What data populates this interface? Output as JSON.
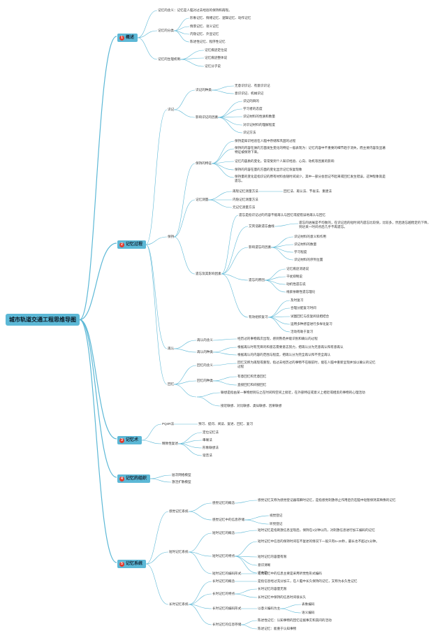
{
  "colors": {
    "accent": "#5cb8d6",
    "icon": "#e23b2e",
    "line": "#5cb8d6",
    "text": "#333333"
  },
  "root": {
    "id": "n0",
    "label": "城市轨道交通工程思维导图"
  },
  "categories": [
    {
      "id": "c1",
      "label": "概述",
      "num": "1",
      "icon": "number-1-icon"
    },
    {
      "id": "c2",
      "label": "记忆过程",
      "num": "2",
      "icon": "number-2-icon"
    },
    {
      "id": "c3",
      "label": "记忆术",
      "num": "3",
      "icon": "number-3-icon"
    },
    {
      "id": "c4",
      "label": "记忆的组织",
      "num": "4",
      "icon": "number-4-icon"
    },
    {
      "id": "c5",
      "label": "记忆系统",
      "num": "5",
      "icon": "number-5-icon"
    }
  ],
  "nodes": [
    {
      "id": "a1",
      "label": "记忆的含义：记忆是人脑对过去经验的保持和再现。"
    },
    {
      "id": "a2",
      "label": "记忆的分类"
    },
    {
      "id": "a2a",
      "label": "形象记忆、情绪记忆、逻辑记忆、动作记忆"
    },
    {
      "id": "a2b",
      "label": "情景记忆、语义记忆"
    },
    {
      "id": "a2c",
      "label": "内隐记忆、外显记忆"
    },
    {
      "id": "a2d",
      "label": "陈述性记忆、程序性记忆"
    },
    {
      "id": "a3",
      "label": "记忆的生理机制"
    },
    {
      "id": "a3a",
      "label": "记忆痕迹定位说"
    },
    {
      "id": "a3b",
      "label": "记忆痕迹整体说"
    },
    {
      "id": "a3c",
      "label": "记忆分子说"
    },
    {
      "id": "b1",
      "label": "识记"
    },
    {
      "id": "b11",
      "label": "识记的种类"
    },
    {
      "id": "b11a",
      "label": "无意识识记、有意识识记"
    },
    {
      "id": "b11b",
      "label": "意识识记、机械识记"
    },
    {
      "id": "b12",
      "label": "影响识记的因素"
    },
    {
      "id": "b12a",
      "label": "识记的目的"
    },
    {
      "id": "b12b",
      "label": "学习者的态度"
    },
    {
      "id": "b12c",
      "label": "识记材料的性质和数量"
    },
    {
      "id": "b12d",
      "label": "对识记材料的理解程度"
    },
    {
      "id": "b12e",
      "label": "识记方法"
    },
    {
      "id": "b2",
      "label": "保持"
    },
    {
      "id": "b21",
      "label": "保持的特征"
    },
    {
      "id": "b21a",
      "label": "保持是知识经验在人脑中存储和巩固的过程"
    },
    {
      "id": "b21b",
      "label": "保持的内容在质的方面发生变化的特征一般表现为：记忆内容中不重要的细节趋于消失，而主要内容及显著特征被保持下来。"
    },
    {
      "id": "b21c",
      "label": "记忆内容质的变化，常常受到个人知识经验、心向、动机等因素的影响"
    },
    {
      "id": "b21d",
      "label": "保持的内容在量的方面的变化显示记忆恢复现象"
    },
    {
      "id": "b21e",
      "label": "保持量的变化是指识记的原有材料会随时间减少，其中一部分会因记不起来或回忆发生错误，这种现象就是遗忘。"
    },
    {
      "id": "b22",
      "label": "记忆测量"
    },
    {
      "id": "b22a",
      "label": "再现记忆测量方法"
    },
    {
      "id": "b22a1",
      "label": "回忆法、再认法、节省法、重建法"
    },
    {
      "id": "b22b",
      "label": "内隐记忆测量方法"
    },
    {
      "id": "b22c",
      "label": "元记忆测量方法"
    },
    {
      "id": "b23",
      "label": "遗忘及其影响因素"
    },
    {
      "id": "b23a",
      "label": "遗忘是指识记过的内容不能再认与回忆或提错误地再认与回忆"
    },
    {
      "id": "b23b",
      "label": "艾宾浩斯遗忘曲线"
    },
    {
      "id": "b23b1",
      "label": "遗忘的进展是不均衡的，在识记后的短时间内遗忘比较快，比较多，然后逐忘越稳定的下降，到达某一时间点后几乎不再遗忘。"
    },
    {
      "id": "b23c",
      "label": "影响遗忘的因素"
    },
    {
      "id": "b23c1",
      "label": "识记材料的意义和作用"
    },
    {
      "id": "b23c2",
      "label": "识记材料的数量"
    },
    {
      "id": "b23c3",
      "label": "学习程度"
    },
    {
      "id": "b23c4",
      "label": "识记材料的序列位置"
    },
    {
      "id": "b23d",
      "label": "遗忘的原因"
    },
    {
      "id": "b23d1",
      "label": "记忆痕迹消退说"
    },
    {
      "id": "b23d2",
      "label": "干扰抑制说"
    },
    {
      "id": "b23d3",
      "label": "动机性遗忘说"
    },
    {
      "id": "b23d4",
      "label": "线索依赖性遗忘理论"
    },
    {
      "id": "b23e",
      "label": "有效组织复习"
    },
    {
      "id": "b23e1",
      "label": "及时复习"
    },
    {
      "id": "b23e2",
      "label": "合理分配复习时间"
    },
    {
      "id": "b23e3",
      "label": "试图回忆与反复阅读相结合"
    },
    {
      "id": "b23e4",
      "label": "运用多种感官进行多样化复习"
    },
    {
      "id": "b23e5",
      "label": "活动有助于复习"
    },
    {
      "id": "b3",
      "label": "再认"
    },
    {
      "id": "b31",
      "label": "再认的含义"
    },
    {
      "id": "b31a",
      "label": "经历过的事物再次出现，感到熟悉并能识别和确认的过程"
    },
    {
      "id": "b32",
      "label": "再认的种类"
    },
    {
      "id": "b32a",
      "label": "根据再认时有无目的和意志需要意志努力，把再认分为无意再认和有意再认"
    },
    {
      "id": "b32b",
      "label": "根据再认的内容的范围与程度，把再认分为完全再认和不完全再认"
    },
    {
      "id": "b4",
      "label": "回忆"
    },
    {
      "id": "b41",
      "label": "回忆的含义"
    },
    {
      "id": "b41a",
      "label": "回忆又称为再现或重现，指过去经历过的事物不在眼前时，能在人脑中重新呈现并加以确认的记忆过程"
    },
    {
      "id": "b42",
      "label": "回忆的种类"
    },
    {
      "id": "b42a",
      "label": "有意回忆和无意回忆"
    },
    {
      "id": "b42b",
      "label": "直接回忆和间接回忆"
    },
    {
      "id": "b43",
      "label": ""
    },
    {
      "id": "b43a",
      "label": "联想是指由某一事物想到与之在时间和空间上接近，在外部特征或意义上相近或相反的事物的心理活动"
    },
    {
      "id": "b43b",
      "label": "接近联想、对比联想、类似联想、因果联想"
    },
    {
      "id": "m1",
      "label": "PQ4R法"
    },
    {
      "id": "m1a",
      "label": "预习、提问、阅读、复述、回忆、复习"
    },
    {
      "id": "m2",
      "label": "精致性复述"
    },
    {
      "id": "m2a",
      "label": "定位记忆法"
    },
    {
      "id": "m2b",
      "label": "串联法"
    },
    {
      "id": "m2c",
      "label": "形象联想法"
    },
    {
      "id": "m2d",
      "label": "谐音法"
    },
    {
      "id": "o1",
      "label": "层次网络模型"
    },
    {
      "id": "o2",
      "label": "激活扩散模型"
    },
    {
      "id": "s1",
      "label": "感觉记忆系统"
    },
    {
      "id": "s11",
      "label": "感觉记忆的概念"
    },
    {
      "id": "s11a",
      "label": "感觉记忆又称为感觉登记器或瞬时记忆，是指感觉刺激停止作用后仍在脑中短暂保持其映像的记忆"
    },
    {
      "id": "s12",
      "label": "感觉记忆中的信息存储"
    },
    {
      "id": "s12a",
      "label": "视觉登记"
    },
    {
      "id": "s12b",
      "label": "听觉登记"
    },
    {
      "id": "s2",
      "label": "短时记忆系统"
    },
    {
      "id": "s21",
      "label": "短时记忆的概念"
    },
    {
      "id": "s21a",
      "label": "短时记忆是指刺激信息呈现后，保持在1分钟以内，对刺激信息进行加工编码的记忆"
    },
    {
      "id": "s22",
      "label": "短时记忆的特点"
    },
    {
      "id": "s22a",
      "label": "短时记忆中信息的保持时间在不复述的情况下一般只有5~20秒，最长也不超过1分钟。"
    },
    {
      "id": "s22b",
      "label": "短时记忆的容量有限"
    },
    {
      "id": "s22c",
      "label": "意识清晰"
    },
    {
      "id": "s22d",
      "label": "子主题"
    },
    {
      "id": "s23",
      "label": "短时记忆的编码形式"
    },
    {
      "id": "s23a",
      "label": "短时记忆中的信息主要是采用听觉性形式编码"
    },
    {
      "id": "s3",
      "label": "长时记忆系统"
    },
    {
      "id": "s31",
      "label": "长时记忆的概念"
    },
    {
      "id": "s31a",
      "label": "是指信息经过充分加工，在人脑中长久保持的记忆，又称为永久性记忆"
    },
    {
      "id": "s32",
      "label": "长时记忆的特点"
    },
    {
      "id": "s32a",
      "label": "长时记忆的容量无限"
    },
    {
      "id": "s32b",
      "label": "长时记忆中保持的信息时间很长久"
    },
    {
      "id": "s33",
      "label": "长时记忆的编码形式"
    },
    {
      "id": "s33a",
      "label": "以意义编码为主"
    },
    {
      "id": "s33a1",
      "label": "表象编码"
    },
    {
      "id": "s33a2",
      "label": "语义编码"
    },
    {
      "id": "s34",
      "label": "长时记忆的信息存储"
    },
    {
      "id": "s34a",
      "label": "陈述性记忆：认知事物的回忆证据事实和其间的活动"
    },
    {
      "id": "s34b",
      "label": "陈述记忆：能重于认知事物"
    }
  ]
}
